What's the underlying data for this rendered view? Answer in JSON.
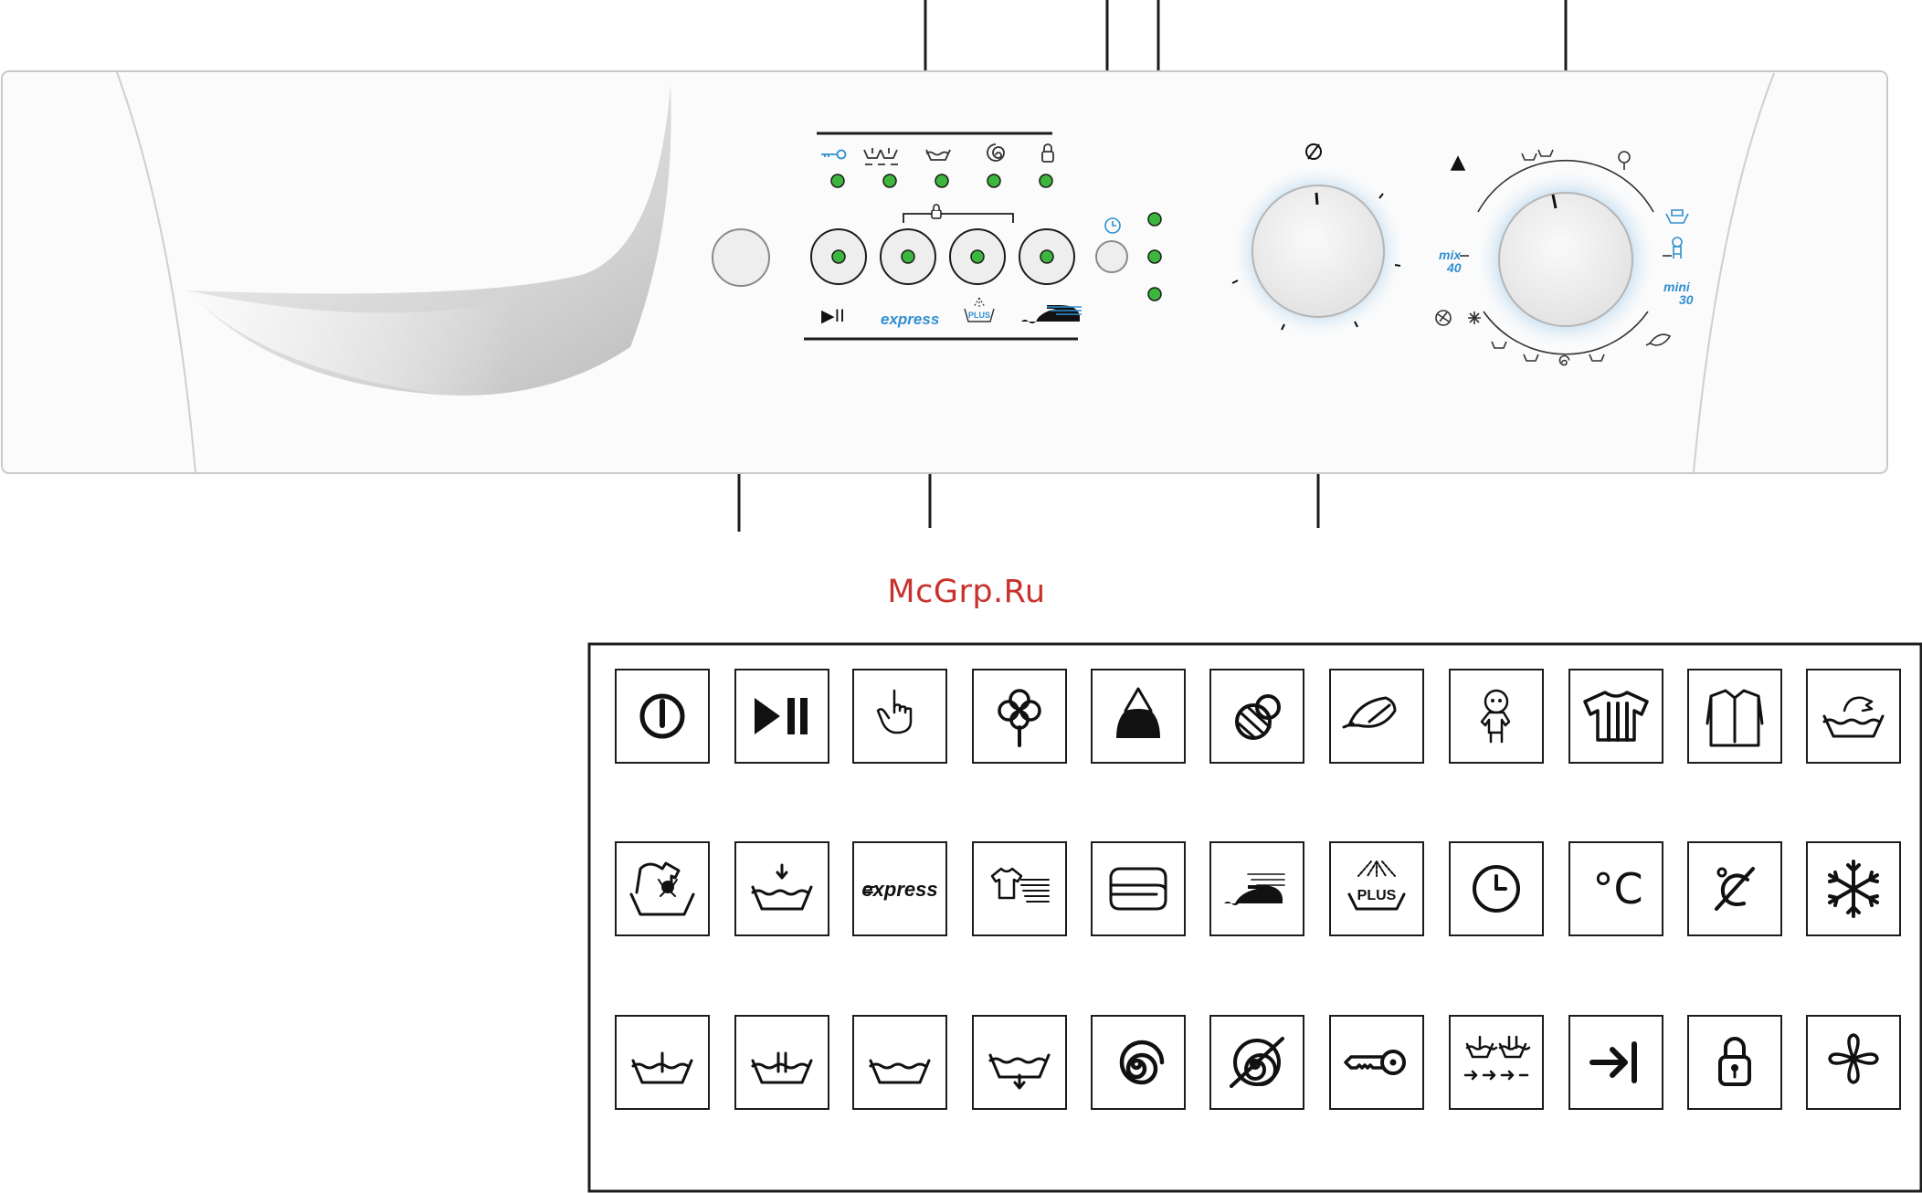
{
  "watermark": "McGrp.Ru",
  "panel": {
    "program_knob": {
      "left_labels": [
        "mix",
        "40"
      ],
      "right_labels": [
        "mini",
        "30"
      ]
    },
    "function_buttons": [
      "play-pause",
      "express",
      "plus",
      "easy-iron"
    ],
    "function_labels": {
      "play_pause": "▶II",
      "express": "express",
      "plus": "PLUS"
    },
    "indicator_lights": [
      "key",
      "rinse-steps",
      "wash",
      "spin",
      "lock"
    ],
    "accent_colors": {
      "led": "#3cb63c",
      "label_blue": "#2f8fd0",
      "outline": "#222222"
    }
  },
  "legend": {
    "rows": [
      [
        "power",
        "play-pause",
        "hand-touch",
        "cotton",
        "synthetics",
        "wool",
        "delicates",
        "baby",
        "sportswear",
        "shirt",
        "hand-wash"
      ],
      [
        "stain",
        "prewash",
        "express",
        "quick-dry",
        "duvet",
        "easy-iron",
        "plus",
        "timer",
        "temperature",
        "no-temperature",
        "cold"
      ],
      [
        "rinse",
        "rinse-hold",
        "wash",
        "drain",
        "spin",
        "no-spin",
        "key",
        "rinse-steps",
        "end",
        "door-lock",
        "flower"
      ]
    ],
    "labels": {
      "play_pause": "▶II",
      "express": "express",
      "plus": "PLUS",
      "celsius": "°C"
    }
  }
}
